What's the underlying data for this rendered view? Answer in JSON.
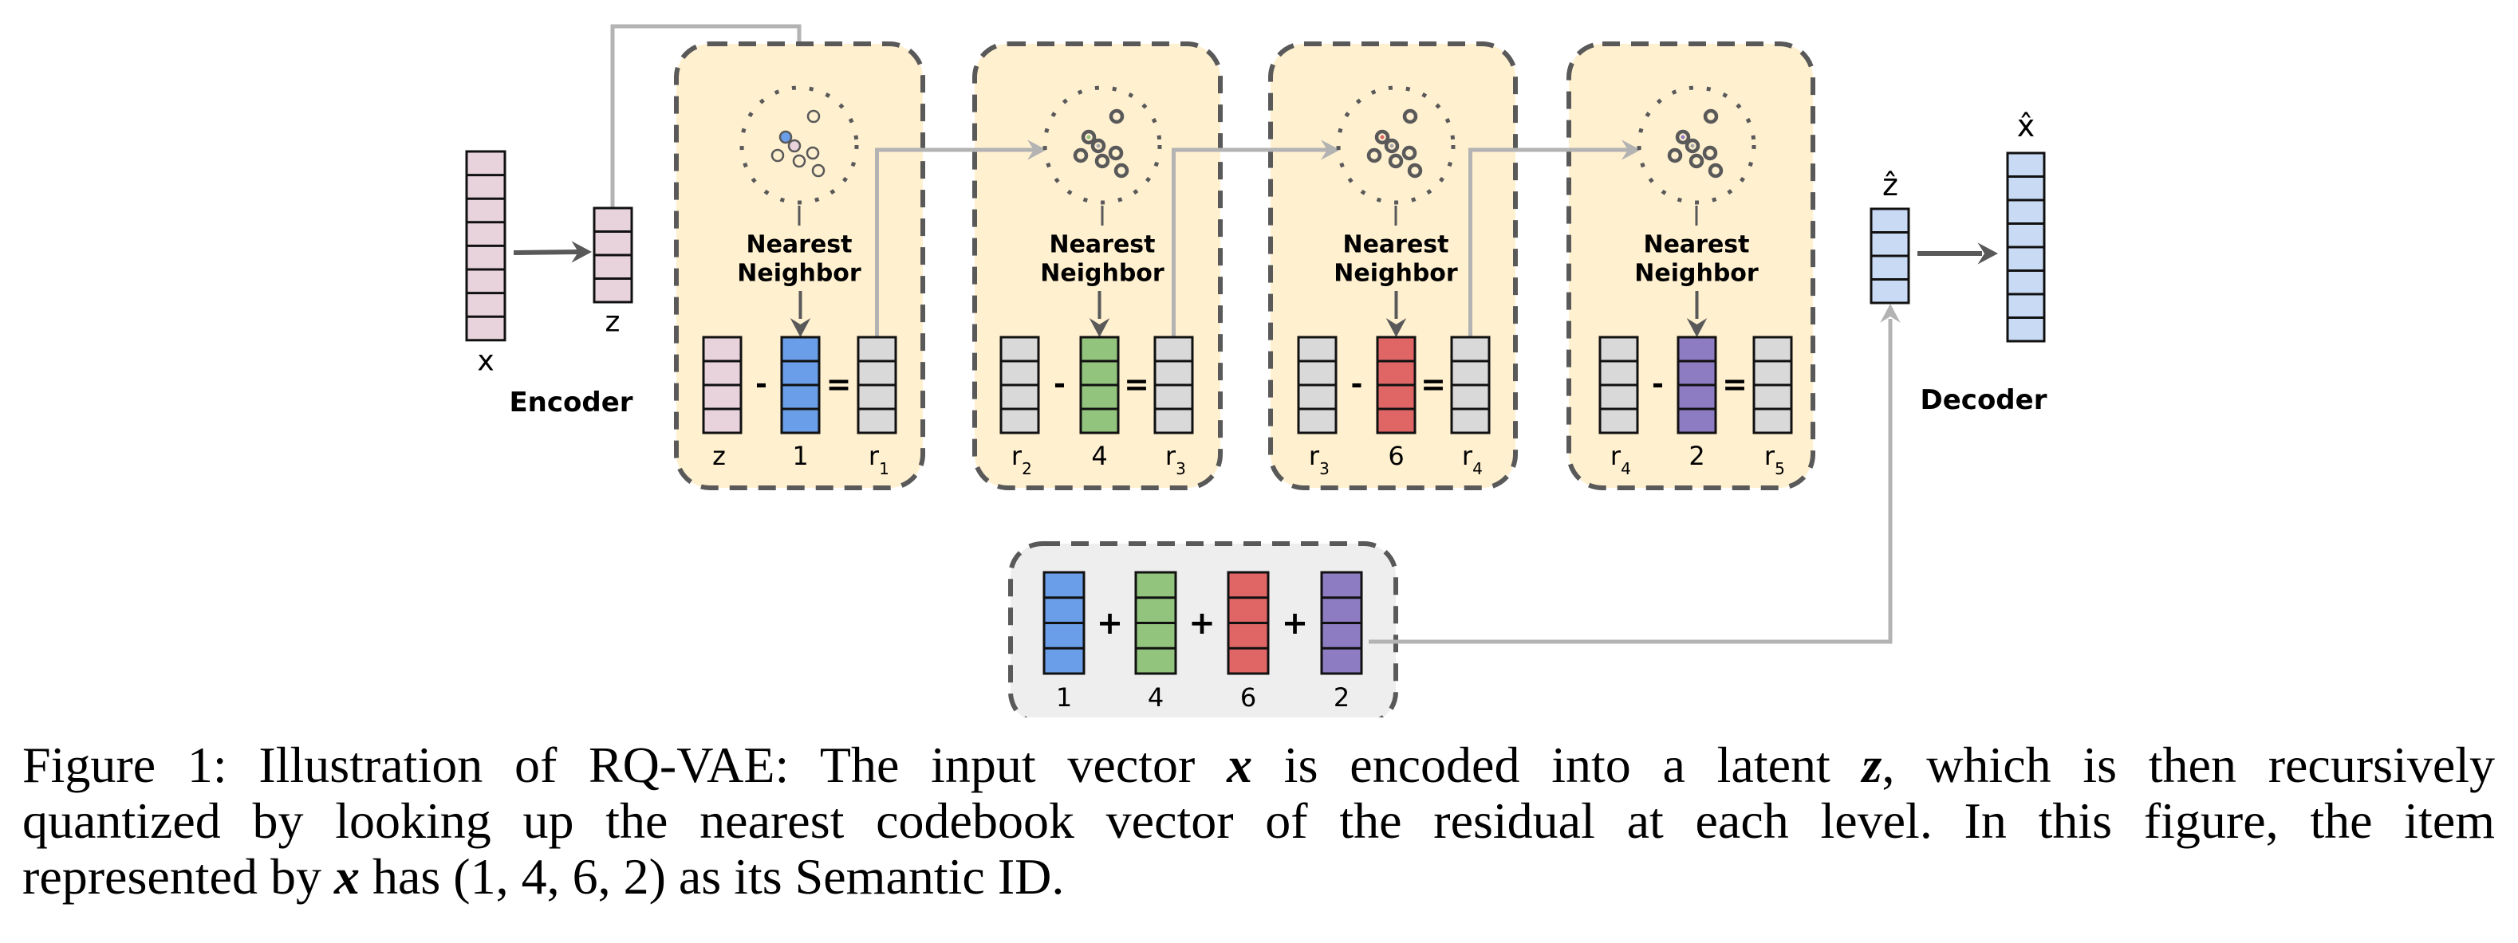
{
  "figure": {
    "encoder_label": "Encoder",
    "decoder_label": "Decoder",
    "input_vector": {
      "label": "x",
      "cells": 8,
      "color": "#e8d2dc"
    },
    "latent_vector": {
      "label": "z",
      "cells": 4,
      "color": "#e8d2dc"
    },
    "reconstructed_latent": {
      "label": "ẑ",
      "cells": 4,
      "color": "#c9daf5"
    },
    "output_vector": {
      "label": "x̂",
      "cells": 8,
      "color": "#c9daf5"
    },
    "nearest_neighbor_label": [
      "Nearest",
      "Neighbor"
    ],
    "residual_color": "#d9d9d9",
    "stage_fill": "#fff0d0",
    "sum_fill": "#eeeeee",
    "stages": [
      {
        "input_label": "z",
        "input_sub": "",
        "input_color": "#e8d2dc",
        "code": "1",
        "code_color": "#6a9ee8",
        "output_label": "r",
        "output_sub": "1"
      },
      {
        "input_label": "r",
        "input_sub": "2",
        "input_color": "#d9d9d9",
        "code": "4",
        "code_color": "#93c47d",
        "output_label": "r",
        "output_sub": "3"
      },
      {
        "input_label": "r",
        "input_sub": "3",
        "input_color": "#d9d9d9",
        "code": "6",
        "code_color": "#e06666",
        "output_label": "r",
        "output_sub": "4"
      },
      {
        "input_label": "r",
        "input_sub": "4",
        "input_color": "#d9d9d9",
        "code": "2",
        "code_color": "#8e7cc3",
        "output_label": "r",
        "output_sub": "5"
      }
    ],
    "operators": {
      "minus": "-",
      "equals": "=",
      "plus": "+"
    },
    "sum": [
      {
        "code": "1",
        "color": "#6a9ee8"
      },
      {
        "code": "4",
        "color": "#93c47d"
      },
      {
        "code": "6",
        "color": "#e06666"
      },
      {
        "code": "2",
        "color": "#8e7cc3"
      }
    ]
  },
  "caption": {
    "line1": [
      "Figure 1:  Illustration of RQ-VAE: The input vector ",
      "x",
      " is encoded into a latent ",
      "z",
      ", which is then recursively"
    ],
    "line2": "quantized by looking up the nearest codebook vector of the residual at each level.  In this figure, the item",
    "line3": [
      "represented by ",
      "x",
      " has (1, 4, 6, 2) as its Semantic ID."
    ]
  }
}
